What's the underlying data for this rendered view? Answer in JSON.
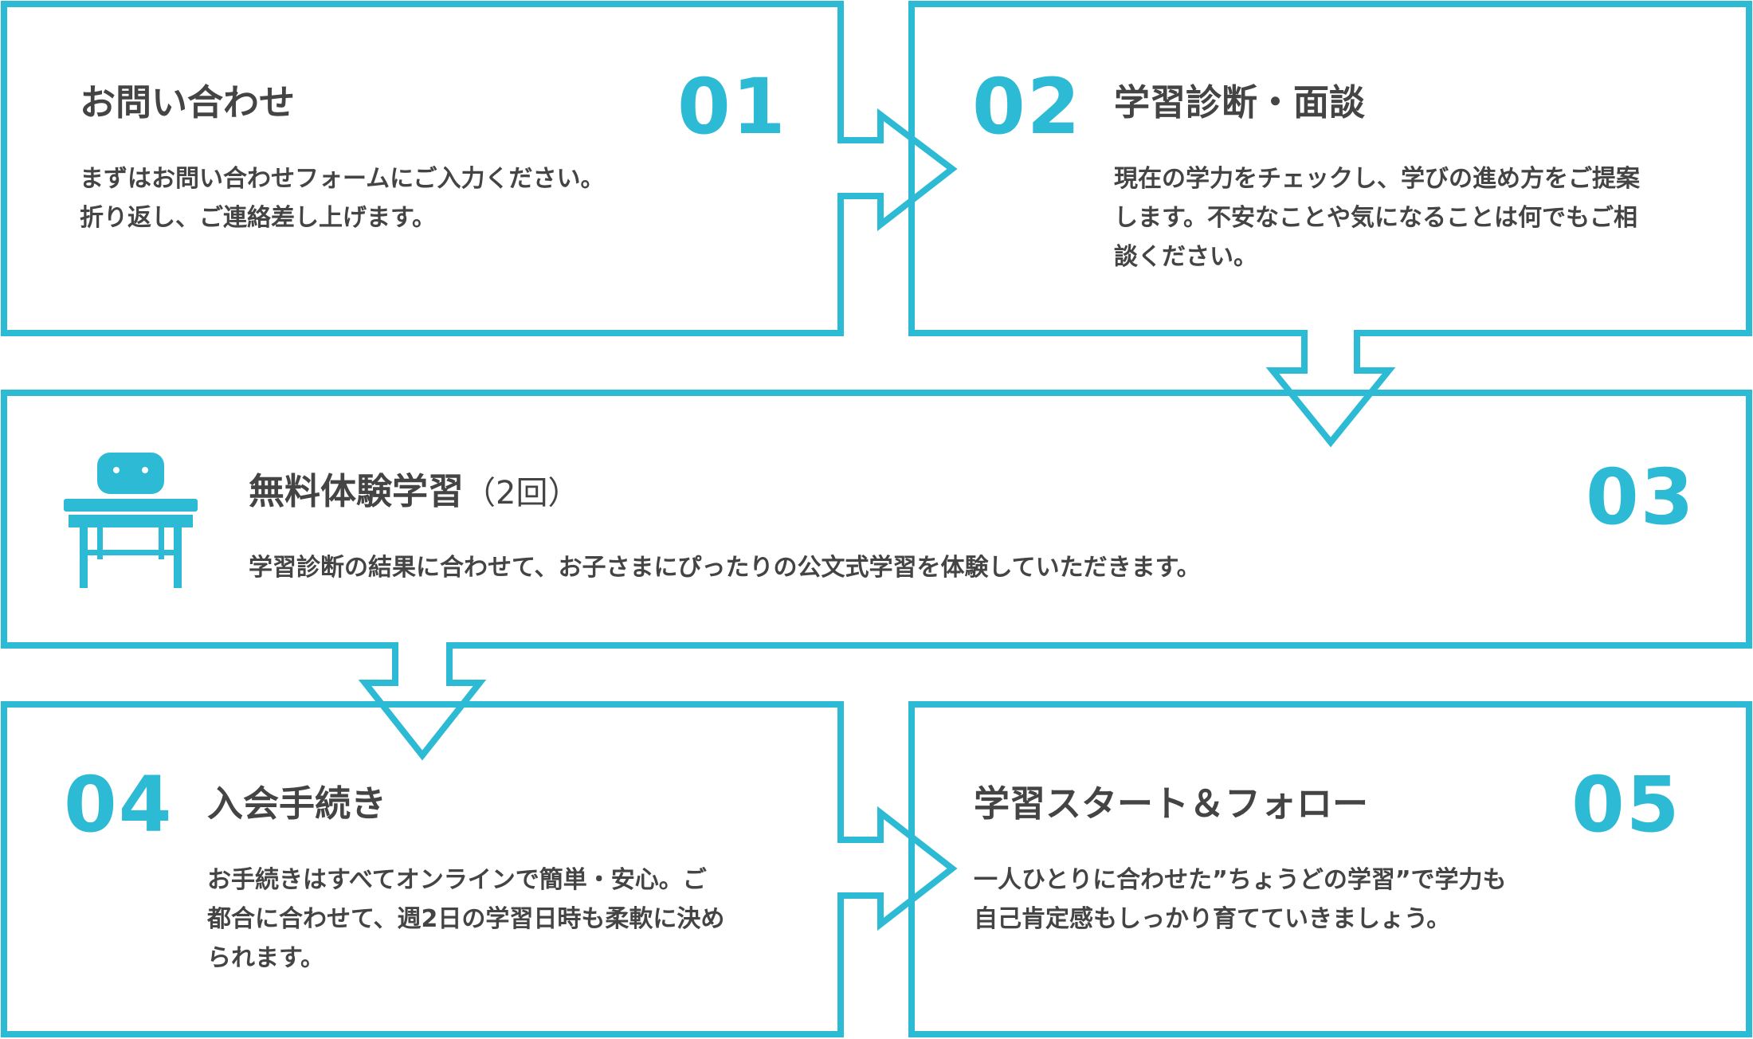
{
  "colors": {
    "accent": "#2dbad4",
    "text": "#444444",
    "background": "#ffffff"
  },
  "steps": [
    {
      "number": "01",
      "title": "お問い合わせ",
      "desc_lines": [
        "まずはお問い合わせフォームにご入力ください。",
        "折り返し、ご連絡差し上げます。"
      ]
    },
    {
      "number": "02",
      "title": "学習診断・面談",
      "desc_lines": [
        "現在の学力をチェックし、学びの進め方をご提案",
        "します。不安なことや気になることは何でもご相",
        "談ください。"
      ]
    },
    {
      "number": "03",
      "title": "無料体験学習",
      "title_sub": "（2回）",
      "desc_lines": [
        "学習診断の結果に合わせて、お子さまにぴったりの公文式学習を体験していただきます。"
      ],
      "icon": "school-desk-icon"
    },
    {
      "number": "04",
      "title": "入会手続き",
      "desc_lines": [
        "お手続きはすべてオンラインで簡単・安心。ご",
        "都合に合わせて、週2日の学習日時も柔軟に決め",
        "られます。"
      ]
    },
    {
      "number": "05",
      "title": "学習スタート＆フォロー",
      "desc_lines": [
        "一人ひとりに合わせた”ちょうどの学習”で学力も",
        "自己肯定感もしっかり育てていきましょう。"
      ]
    }
  ]
}
